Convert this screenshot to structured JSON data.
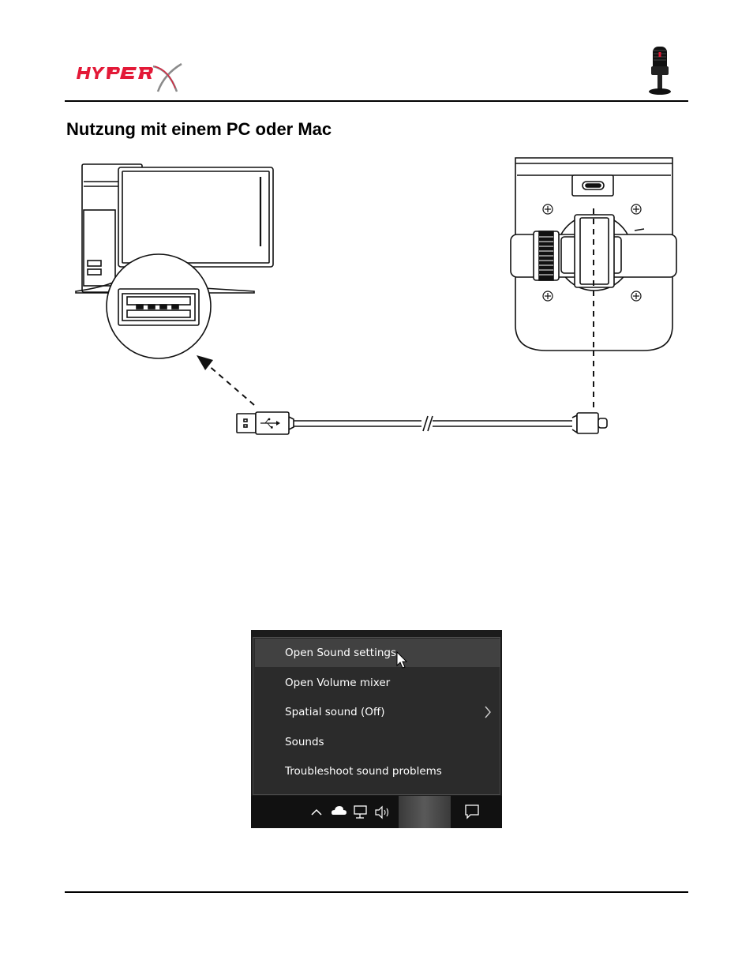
{
  "header": {
    "logo_icon": "hyperx-logo",
    "product_icon": "microphone-icon",
    "brand_color": "#e31937"
  },
  "page": {
    "title": "Nutzung mit einem PC oder Mac"
  },
  "diagram": {
    "computer": "pc-with-usb-a-port",
    "microphone_base": "usb-c-port",
    "cable": "usb-a-to-usb-c-cable"
  },
  "context_menu": {
    "items": [
      {
        "label": "Open Sound settings"
      },
      {
        "label": "Open Volume mixer"
      },
      {
        "label": "Spatial sound (Off)",
        "submenu": true
      },
      {
        "label": "Sounds"
      },
      {
        "label": "Troubleshoot sound problems"
      }
    ],
    "hovered_index": 0
  },
  "taskbar": {
    "icons": [
      "chevron-up-icon",
      "cloud-icon",
      "network-icon",
      "volume-icon",
      "notification-icon"
    ]
  }
}
